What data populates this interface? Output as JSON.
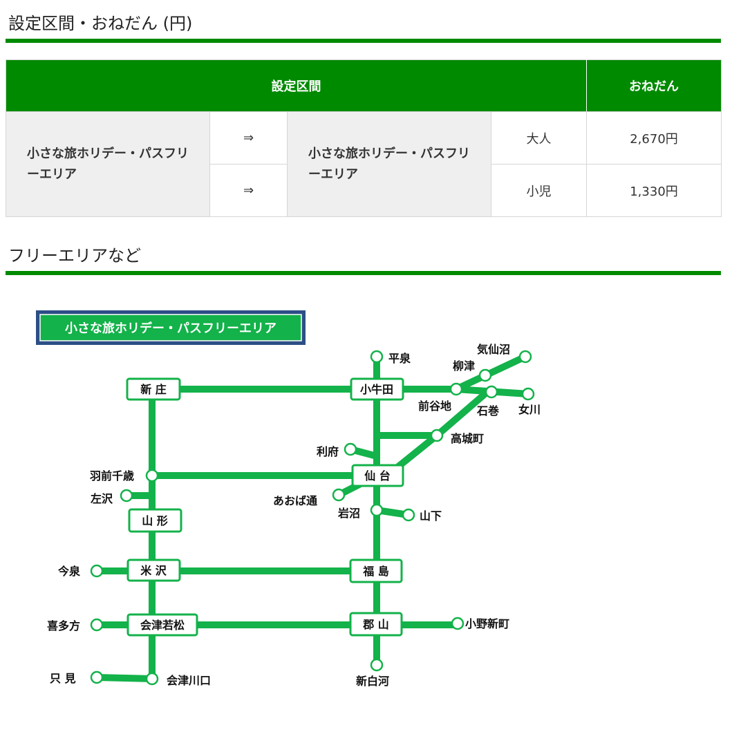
{
  "section1": {
    "title": "設定区間・おねだん (円)"
  },
  "fare_table": {
    "header_section": "設定区間",
    "header_price": "おねだん",
    "from": "小さな旅ホリデー・パスフリーエリア",
    "to": "小さな旅ホリデー・パスフリーエリア",
    "arrow": "⇒",
    "rows": [
      {
        "category": "大人",
        "price": "2,670円"
      },
      {
        "category": "小児",
        "price": "1,330円"
      }
    ]
  },
  "section2": {
    "title": "フリーエリアなど"
  },
  "map": {
    "legend_label": "小さな旅ホリデー・パスフリーエリア",
    "line_color": "#13b24a",
    "stations": {
      "shinjo": "新 庄",
      "kogota": "小牛田",
      "hiraizumi": "平泉",
      "kesennuma": "気仙沼",
      "yanaizu": "柳津",
      "maeyachi": "前谷地",
      "ishinomaki": "石巻",
      "onagawa": "女川",
      "takagimachi": "高城町",
      "rifu": "利府",
      "sendai": "仙 台",
      "ugo_chitose": "羽前千歳",
      "aoba_dori": "あおば通",
      "sazawa": "左沢",
      "iwanuma": "岩沼",
      "yamashita": "山下",
      "yamagata": "山 形",
      "imaizumi": "今泉",
      "yonezawa": "米 沢",
      "fukushima": "福 島",
      "kitakata": "喜多方",
      "aizuwakamatsu": "会津若松",
      "koriyama": "郡 山",
      "ononiimachi": "小野新町",
      "tadami": "只 見",
      "aizukawaguchi": "会津川口",
      "shinshirakawa": "新白河"
    }
  }
}
